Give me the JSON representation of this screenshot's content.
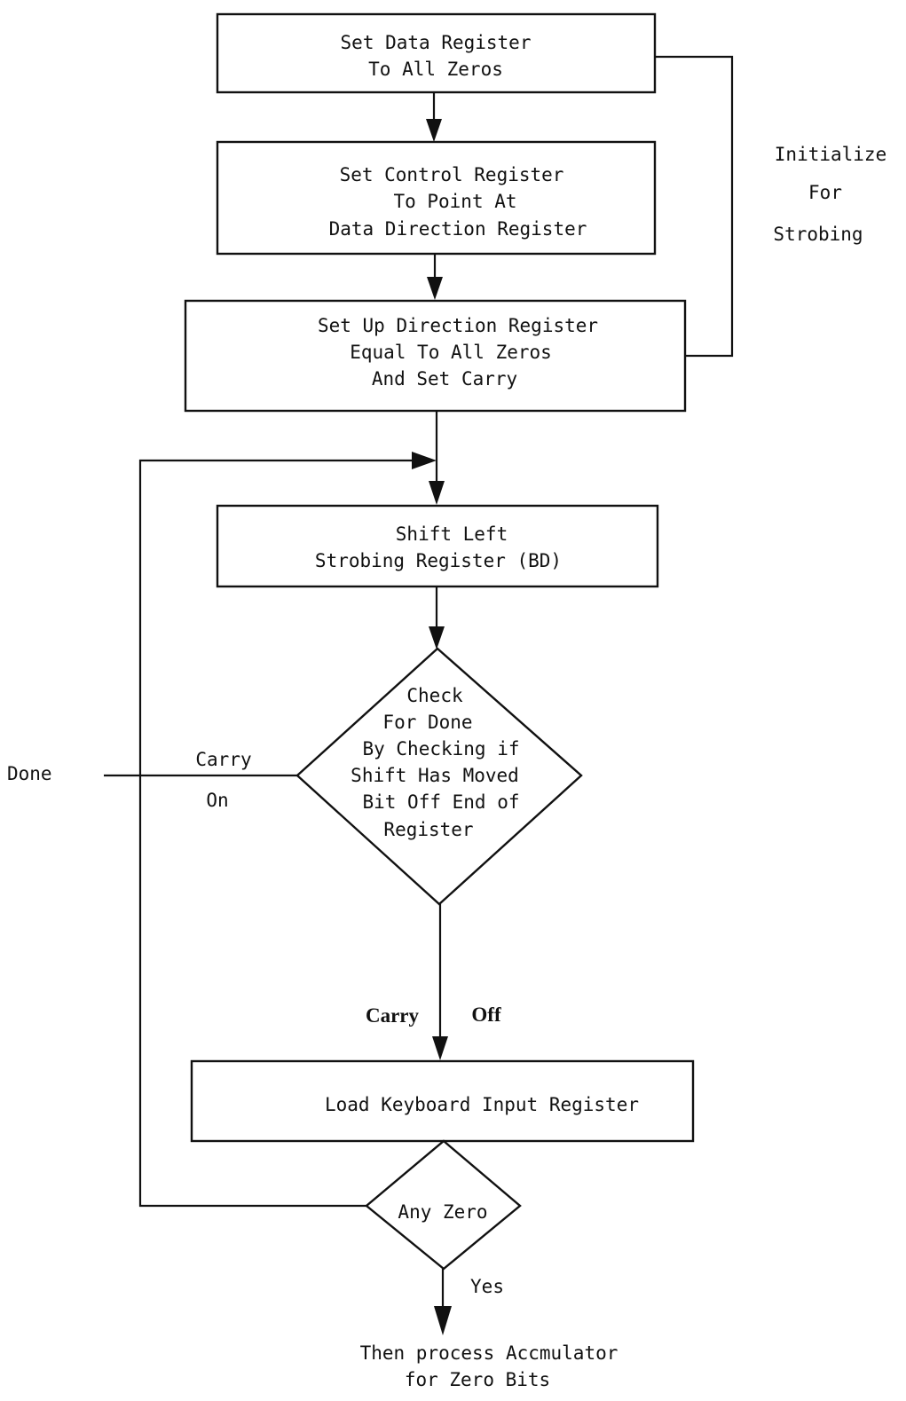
{
  "boxes": {
    "set_data": [
      "Set Data Register",
      "To All Zeros"
    ],
    "set_control": [
      "Set Control Register",
      "To Point At",
      "Data Direction Register"
    ],
    "set_direction": [
      "Set Up Direction Register",
      "Equal To All Zeros",
      "And Set Carry"
    ],
    "shift_left": [
      "Shift Left",
      "Strobing Register (BD)"
    ],
    "load_keyboard": [
      "Load Keyboard Input Register"
    ]
  },
  "decisions": {
    "check_done": [
      "Check",
      "For Done",
      "By Checking if",
      "Shift Has Moved",
      "Bit Off End of",
      "Register"
    ],
    "any_zero": [
      "Any Zero"
    ]
  },
  "annotations": {
    "initialize": [
      "Initialize",
      "For",
      "Strobing"
    ],
    "done": "Done",
    "carry_on": [
      "Carry",
      "On"
    ],
    "carry_off": [
      "Carry",
      "Off"
    ],
    "yes": "Yes",
    "final": [
      "Then process Accmulator",
      "for Zero Bits"
    ]
  }
}
